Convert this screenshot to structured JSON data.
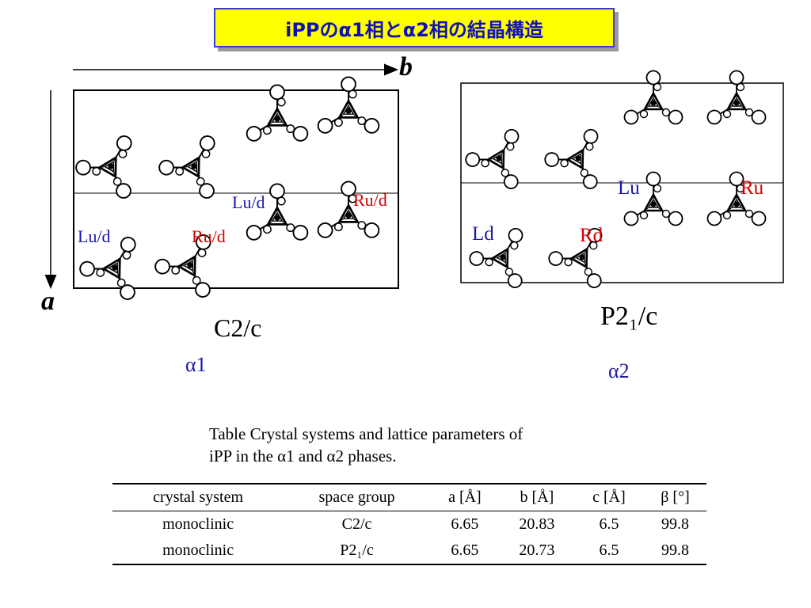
{
  "slide": {
    "title": "iPPのα1相とα2相の結晶構造"
  },
  "axes": {
    "b_label": "b",
    "a_label": "a"
  },
  "left_figure": {
    "labels": [
      "Lu/d",
      "Ru/d",
      "Lu/d",
      "Ru/d"
    ],
    "space_group": "C2/c",
    "phase": "α1"
  },
  "right_figure": {
    "labels": [
      "Lu",
      "Ru",
      "Ld",
      "Rd"
    ],
    "space_group": "P2₁/c",
    "phase": "α2"
  },
  "caption": {
    "line1": "Table Crystal systems and lattice parameters of",
    "line2": "iPP in the α1 and α2 phases."
  },
  "table": {
    "headers": [
      "crystal system",
      "space group",
      "a [Å]",
      "b [Å]",
      "c [Å]",
      "β [°]"
    ],
    "rows": [
      [
        "monoclinic",
        "C2/c",
        "6.65",
        "20.83",
        "6.5",
        "99.8"
      ],
      [
        "monoclinic",
        "P2₁/c",
        "6.65",
        "20.73",
        "6.5",
        "99.8"
      ]
    ]
  },
  "colors": {
    "title_bg": "#ffff00",
    "title_text": "#1010b8",
    "label_blue": "#1a1aa8",
    "label_red": "#d40000"
  }
}
